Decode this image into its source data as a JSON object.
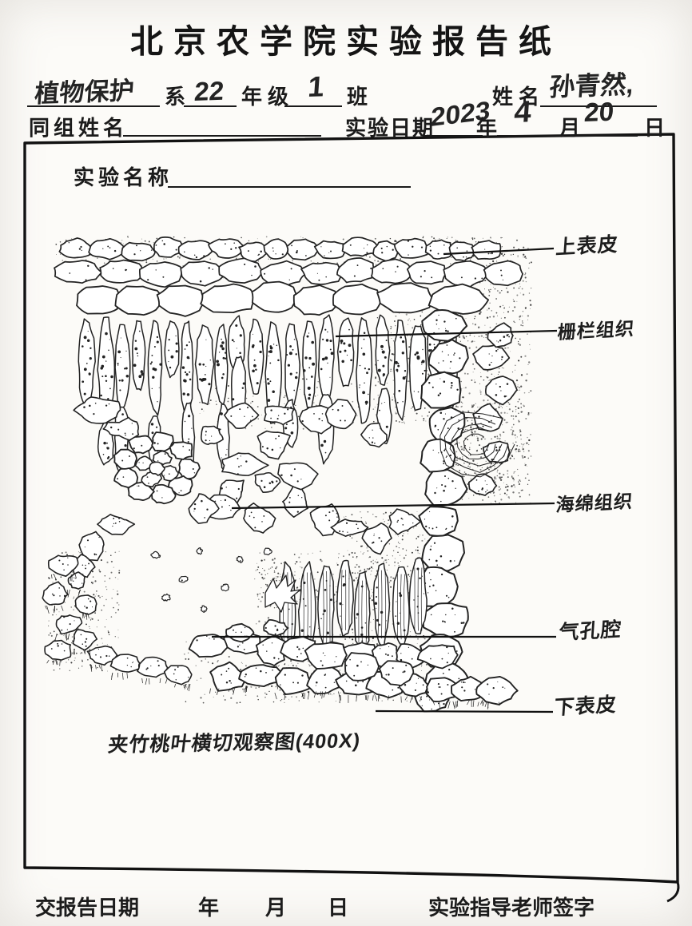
{
  "title": "北京农学院实验报告纸",
  "form": {
    "dept_value": "植物保护",
    "dept_label": "系",
    "grade_value": "22",
    "grade_label": "年级",
    "class_value": "1",
    "class_label": "班",
    "name_label": "姓名",
    "name_value": "孙青然,",
    "group_label": "同组姓名",
    "group_value": "",
    "date_label": "实验日期",
    "year_value": "2023",
    "year_label": "年",
    "month_value": "4",
    "month_label": "月",
    "day_value": "20",
    "day_label": "日"
  },
  "report": {
    "experiment_name_label": "实验名称",
    "experiment_name_value": "",
    "figure_caption": "夹竹桃叶横切观察图(400X)"
  },
  "figure_labels": [
    {
      "text": "上表皮"
    },
    {
      "text": "栅栏组织"
    },
    {
      "text": "海绵组织"
    },
    {
      "text": "气孔腔"
    },
    {
      "text": "下表皮"
    }
  ],
  "footer": {
    "submit_label": "交报告日期",
    "year_label": "年",
    "month_label": "月",
    "day_label": "日",
    "sign_label": "实验指导老师签字"
  },
  "colors": {
    "ink": "#232323",
    "paper": "#fcfbf8",
    "border": "#121212"
  }
}
